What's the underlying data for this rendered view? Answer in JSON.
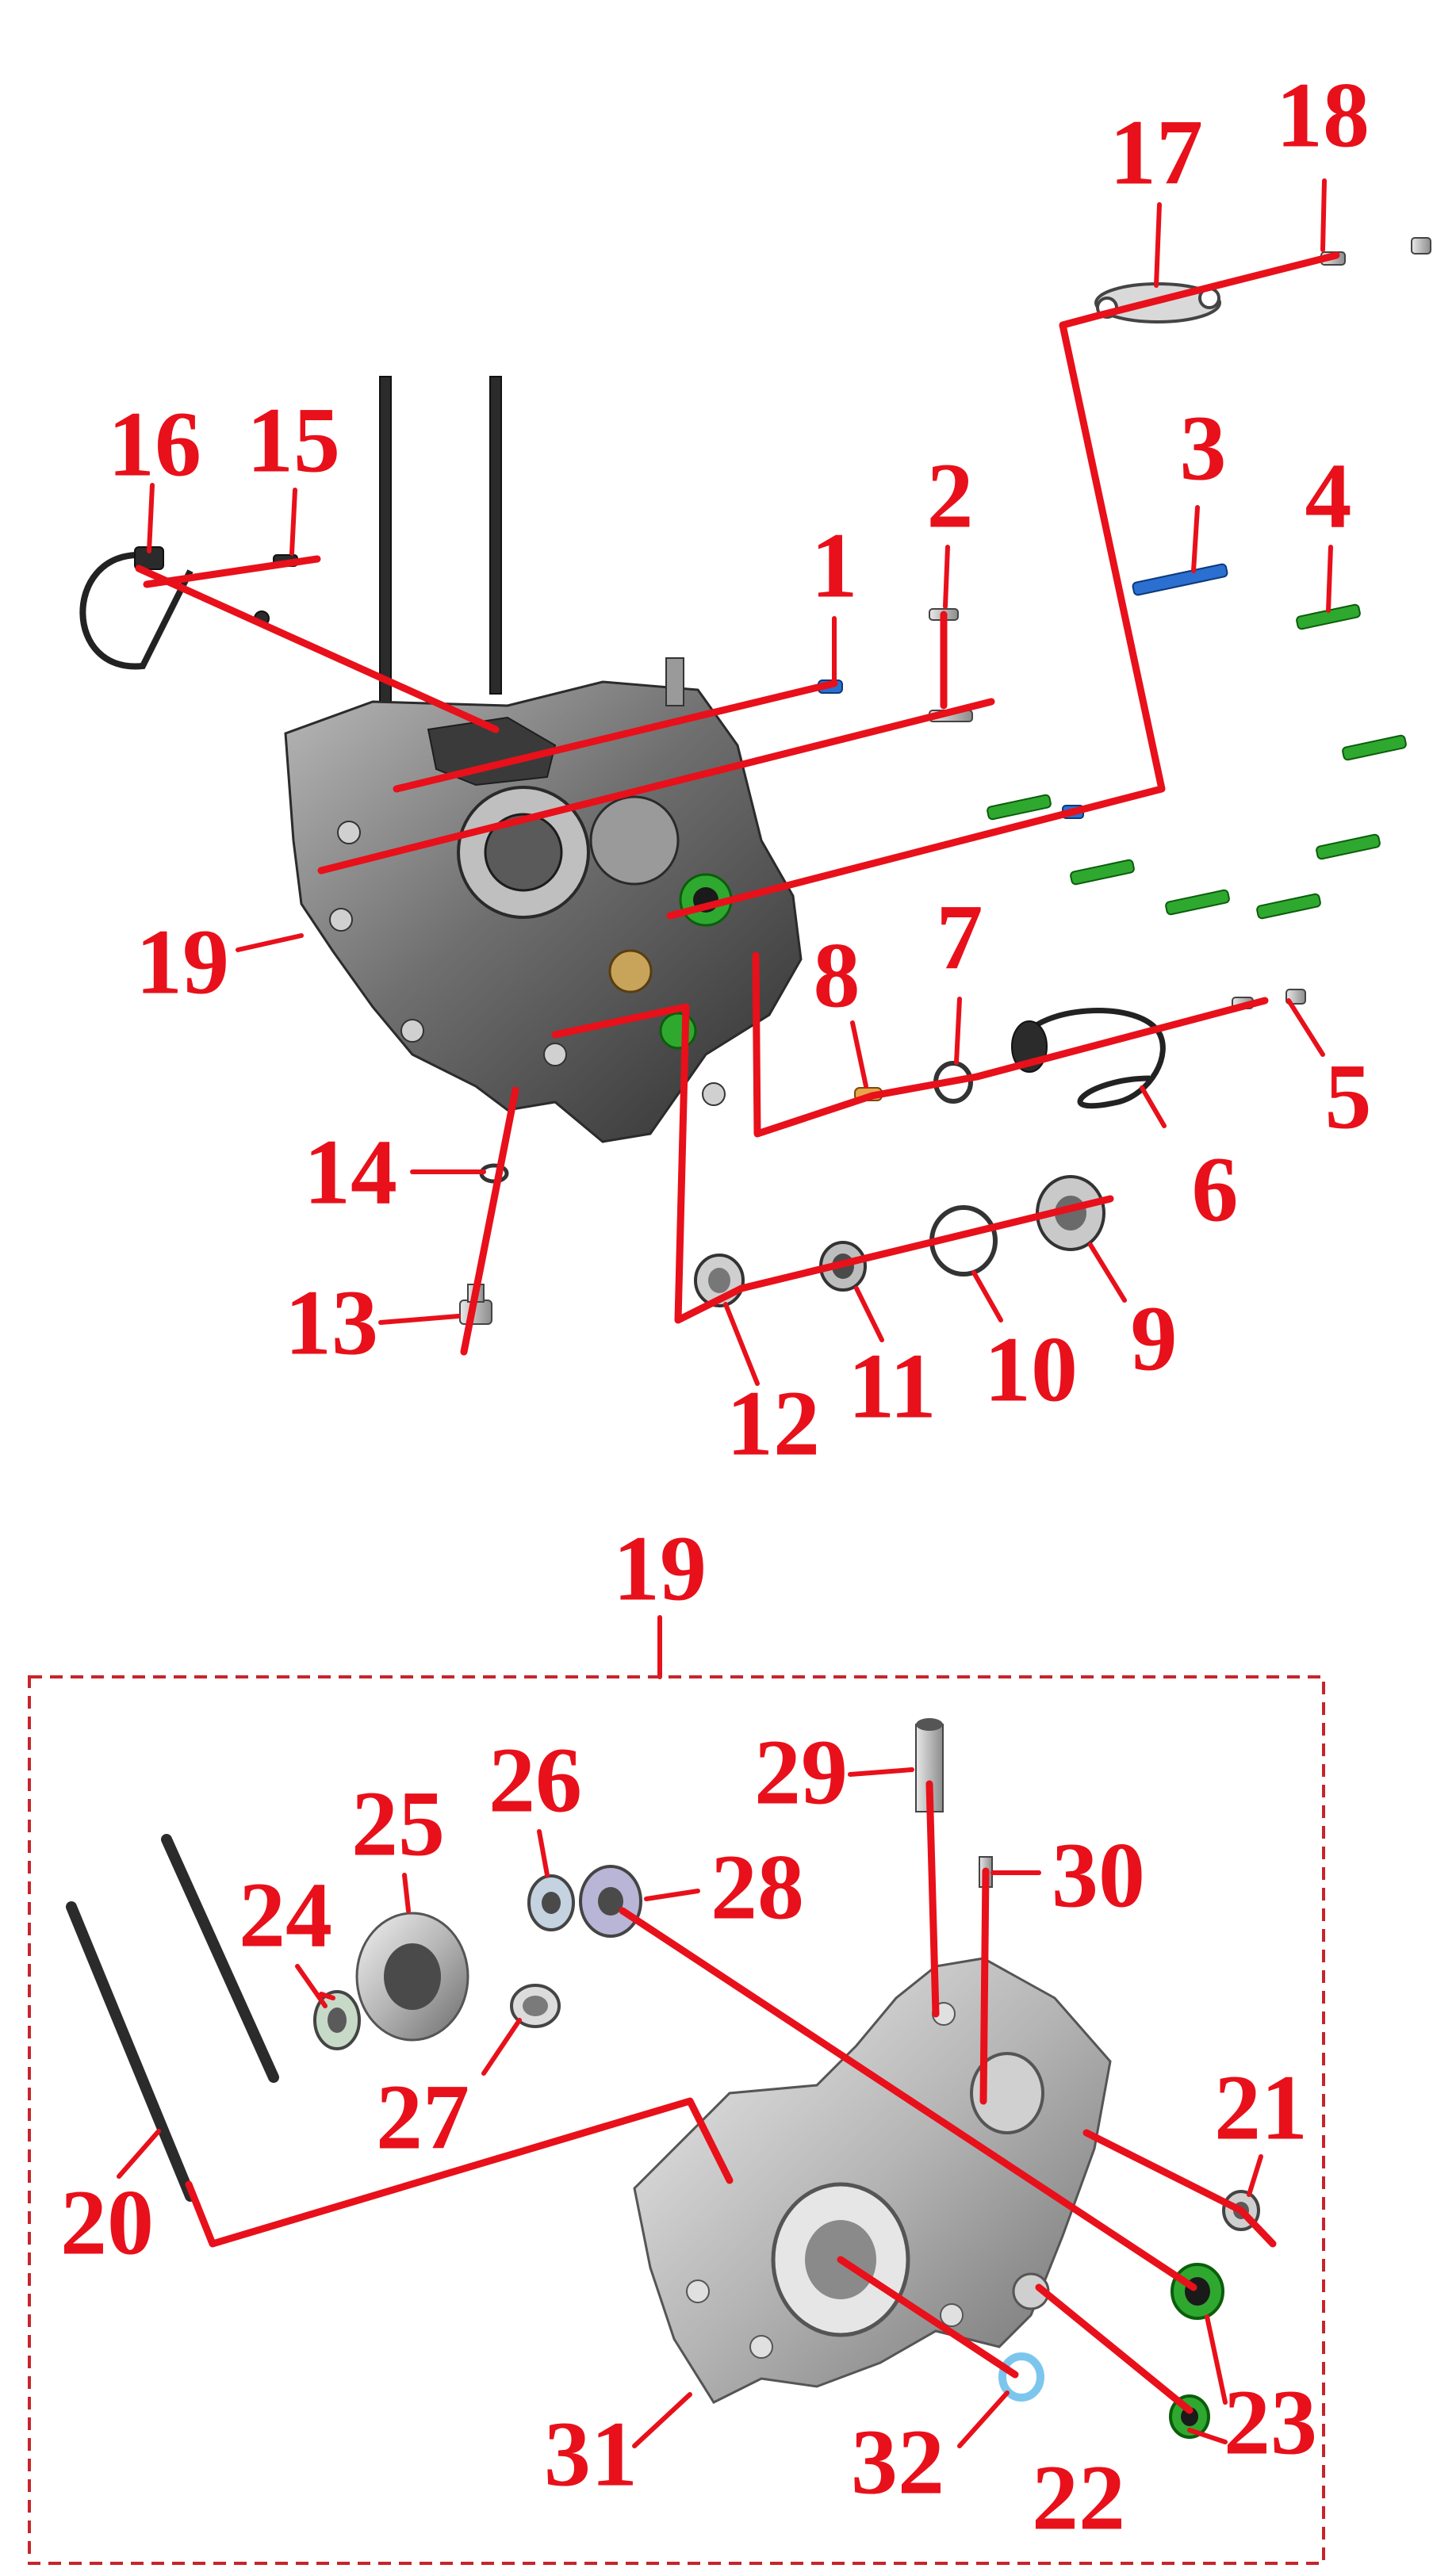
{
  "colors": {
    "callout": "#e8101a",
    "frame": "#c8242b",
    "seal_green": "#2fa82f",
    "bolt_blue": "#2b6fd1",
    "washer_light_blue": "#7cc6ee",
    "case_metal": "#8a8a8a"
  },
  "upper_callouts": [
    "1",
    "2",
    "3",
    "4",
    "5",
    "6",
    "7",
    "8",
    "9",
    "10",
    "11",
    "12",
    "13",
    "14",
    "15",
    "16",
    "17",
    "18",
    "19"
  ],
  "lower_callouts": [
    "19",
    "20",
    "21",
    "22",
    "23",
    "24",
    "25",
    "26",
    "27",
    "28",
    "29",
    "30",
    "31",
    "32"
  ]
}
